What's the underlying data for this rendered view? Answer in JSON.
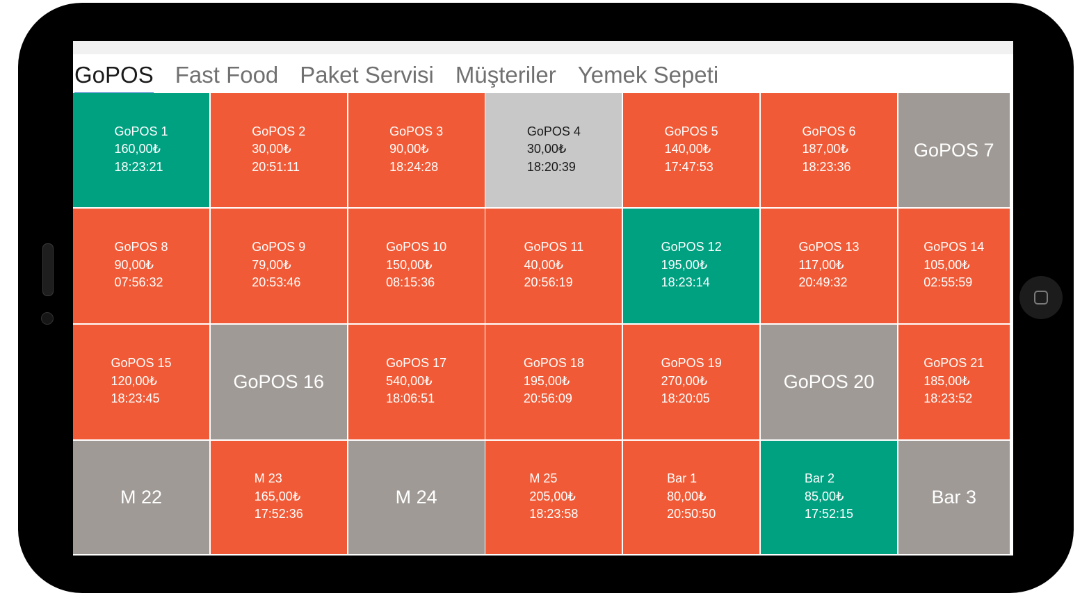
{
  "tabs": [
    "GoPOS",
    "Fast Food",
    "Paket Servisi",
    "Müşteriler",
    "Yemek Sepeti"
  ],
  "active_tab": "GoPOS",
  "status_colors": {
    "occupied": "#f05a36",
    "ready": "#00a181",
    "empty": "#9f9a95",
    "pending": "#c8c8c8"
  },
  "tables": [
    {
      "name": "GoPOS 1",
      "amount": "160,00₺",
      "time": "18:23:21",
      "status": "green"
    },
    {
      "name": "GoPOS 2",
      "amount": "30,00₺",
      "time": "20:51:11",
      "status": "orange"
    },
    {
      "name": "GoPOS 3",
      "amount": "90,00₺",
      "time": "18:24:28",
      "status": "orange"
    },
    {
      "name": "GoPOS 4",
      "amount": "30,00₺",
      "time": "18:20:39",
      "status": "light"
    },
    {
      "name": "GoPOS 5",
      "amount": "140,00₺",
      "time": "17:47:53",
      "status": "orange"
    },
    {
      "name": "GoPOS 6",
      "amount": "187,00₺",
      "time": "18:23:36",
      "status": "orange"
    },
    {
      "name": "GoPOS 7",
      "amount": "",
      "time": "",
      "status": "gray"
    },
    {
      "name": "GoPOS 8",
      "amount": "90,00₺",
      "time": "07:56:32",
      "status": "orange"
    },
    {
      "name": "GoPOS 9",
      "amount": "79,00₺",
      "time": "20:53:46",
      "status": "orange"
    },
    {
      "name": "GoPOS 10",
      "amount": "150,00₺",
      "time": "08:15:36",
      "status": "orange"
    },
    {
      "name": "GoPOS 11",
      "amount": "40,00₺",
      "time": "20:56:19",
      "status": "orange"
    },
    {
      "name": "GoPOS 12",
      "amount": "195,00₺",
      "time": "18:23:14",
      "status": "green"
    },
    {
      "name": "GoPOS 13",
      "amount": "117,00₺",
      "time": "20:49:32",
      "status": "orange"
    },
    {
      "name": "GoPOS 14",
      "amount": "105,00₺",
      "time": "02:55:59",
      "status": "orange"
    },
    {
      "name": "GoPOS 15",
      "amount": "120,00₺",
      "time": "18:23:45",
      "status": "orange"
    },
    {
      "name": "GoPOS 16",
      "amount": "",
      "time": "",
      "status": "gray"
    },
    {
      "name": "GoPOS 17",
      "amount": "540,00₺",
      "time": "18:06:51",
      "status": "orange"
    },
    {
      "name": "GoPOS 18",
      "amount": "195,00₺",
      "time": "20:56:09",
      "status": "orange"
    },
    {
      "name": "GoPOS 19",
      "amount": "270,00₺",
      "time": "18:20:05",
      "status": "orange"
    },
    {
      "name": "GoPOS 20",
      "amount": "",
      "time": "",
      "status": "gray"
    },
    {
      "name": "GoPOS 21",
      "amount": "185,00₺",
      "time": "18:23:52",
      "status": "orange"
    },
    {
      "name": "M 22",
      "amount": "",
      "time": "",
      "status": "gray"
    },
    {
      "name": "M 23",
      "amount": "165,00₺",
      "time": "17:52:36",
      "status": "orange"
    },
    {
      "name": "M 24",
      "amount": "",
      "time": "",
      "status": "gray"
    },
    {
      "name": "M 25",
      "amount": "205,00₺",
      "time": "18:23:58",
      "status": "orange"
    },
    {
      "name": "Bar 1",
      "amount": "80,00₺",
      "time": "20:50:50",
      "status": "orange"
    },
    {
      "name": "Bar 2",
      "amount": "85,00₺",
      "time": "17:52:15",
      "status": "green"
    },
    {
      "name": "Bar 3",
      "amount": "",
      "time": "",
      "status": "gray"
    }
  ]
}
